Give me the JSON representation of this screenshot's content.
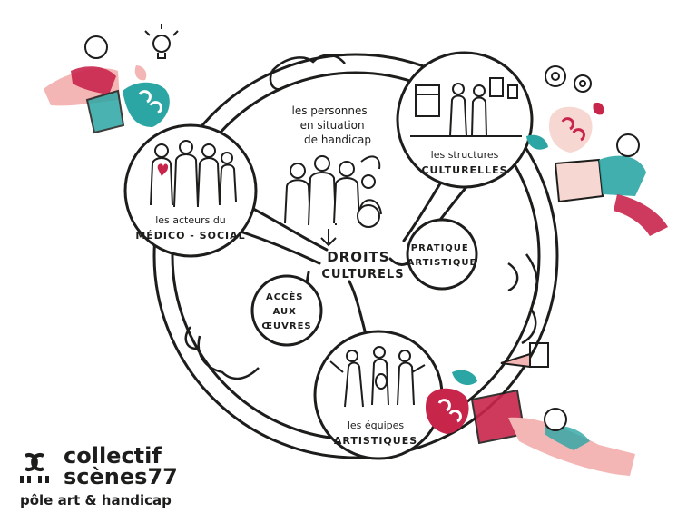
{
  "diagram": {
    "center": {
      "people_label_lines": [
        "les personnes",
        "en situation",
        "de handicap"
      ],
      "title_line1": "DROITS",
      "title_line2": "CULTURELS"
    },
    "nodes": {
      "medico": {
        "label_line1": "les acteurs du",
        "label_line2": "MÉDICO - SOCIAL"
      },
      "structures": {
        "label_line1": "les structures",
        "label_line2": "CULTURELLES"
      },
      "equipes": {
        "label_line1": "les équipes",
        "label_line2": "ARTISTIQUES"
      },
      "pratique": {
        "label_line1": "PRATIQUE",
        "label_line2": "ARTISTIQUE"
      },
      "acces": {
        "label_line1": "ACCÈS",
        "label_line2": "AUX",
        "label_line3": "ŒUVRES"
      }
    }
  },
  "logo": {
    "line1": "collectif",
    "line2": "scènes77",
    "tagline": "pôle art & handicap"
  },
  "colors": {
    "ink": "#1d1d1b",
    "teal": "#2ba6a4",
    "crimson": "#c8254b",
    "pink": "#f4b6b4",
    "blush": "#f7d7d2"
  }
}
